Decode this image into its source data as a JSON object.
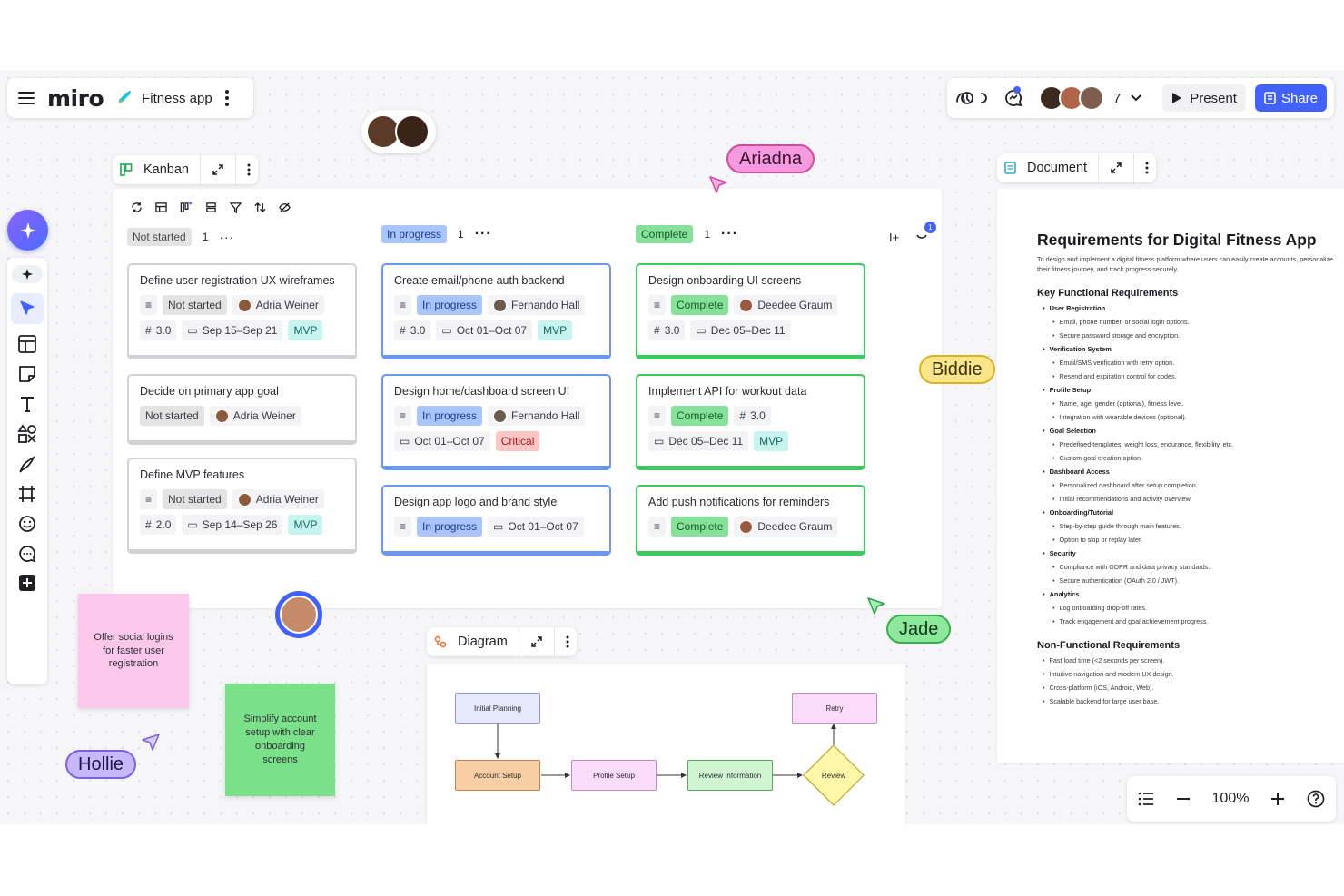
{
  "header": {
    "logo": "miro",
    "board_name": "Fitness app",
    "collaborator_count": "7",
    "present_label": "Present",
    "share_label": "Share"
  },
  "kanban": {
    "frame_label": "Kanban",
    "columns": [
      {
        "status": "Not started",
        "count": "1",
        "cards": [
          {
            "title": "Define user registration UX wireframes",
            "status": "Not started",
            "assignee": "Adria Weiner",
            "points": "3.0",
            "dates": "Sep 15–Sep 21",
            "tag": "MVP"
          },
          {
            "title": "Decide on primary app goal",
            "status": "Not started",
            "assignee": "Adria Weiner"
          },
          {
            "title": "Define MVP features",
            "status": "Not started",
            "assignee": "Adria Weiner",
            "points": "2.0",
            "dates": "Sep 14–Sep 26",
            "tag": "MVP"
          }
        ]
      },
      {
        "status": "In progress",
        "count": "1",
        "cards": [
          {
            "title": "Create email/phone auth backend",
            "status": "In progress",
            "assignee": "Fernando Hall",
            "points": "3.0",
            "dates": "Oct 01–Oct 07",
            "tag": "MVP"
          },
          {
            "title": "Design home/dashboard screen UI",
            "status": "In progress",
            "assignee": "Fernando Hall",
            "dates": "Oct 01–Oct 07",
            "tag": "Critical"
          },
          {
            "title": "Design app logo and brand style",
            "status": "In progress",
            "dates": "Oct 01–Oct 07"
          }
        ]
      },
      {
        "status": "Complete",
        "count": "1",
        "cards": [
          {
            "title": "Design onboarding UI screens",
            "status": "Complete",
            "assignee": "Deedee Graum",
            "points": "3.0",
            "dates": "Dec 05–Dec 11"
          },
          {
            "title": "Implement API for workout data",
            "status": "Complete",
            "points": "3.0",
            "dates": "Dec 05–Dec 11",
            "tag": "MVP"
          },
          {
            "title": "Add push notifications for reminders",
            "status": "Complete",
            "assignee": "Deedee Graum"
          }
        ]
      }
    ],
    "notification_count": "1"
  },
  "stickies": [
    {
      "text": "Offer social logins for faster user registration",
      "color": "#fbc8ec"
    },
    {
      "text": "Simplify account setup with clear onboarding screens",
      "color": "#7be08a"
    }
  ],
  "cursors": [
    {
      "name": "Ariadna",
      "color": "#f59ade"
    },
    {
      "name": "Biddie",
      "color": "#fbe58a"
    },
    {
      "name": "Jade",
      "color": "#8de79c"
    },
    {
      "name": "Hollie",
      "color": "#c7b7fb"
    }
  ],
  "document": {
    "frame_label": "Document",
    "title": "Requirements for Digital Fitness App",
    "intro": "To design and implement a digital fitness platform where users can easily create accounts, personalize their fitness journey, and track progress securely.",
    "functional_heading": "Key Functional Requirements",
    "sections": [
      {
        "name": "User Registration",
        "items": [
          "Email, phone number, or social login options.",
          "Secure password storage and encryption."
        ]
      },
      {
        "name": "Verification System",
        "items": [
          "Email/SMS verification with retry option.",
          "Resend and expiration control for codes."
        ]
      },
      {
        "name": "Profile Setup",
        "items": [
          "Name, age, gender (optional), fitness level.",
          "Integration with wearable devices (optional)."
        ]
      },
      {
        "name": "Goal Selection",
        "items": [
          "Predefined templates: weight loss, endurance, flexibility, etc.",
          "Custom goal creation option."
        ]
      },
      {
        "name": "Dashboard Access",
        "items": [
          "Personalized dashboard after setup completion.",
          "Initial recommendations and activity overview."
        ]
      },
      {
        "name": "Onboarding/Tutorial",
        "items": [
          "Step-by-step guide through main features.",
          "Option to skip or replay later."
        ]
      },
      {
        "name": "Security",
        "items": [
          "Compliance with GDPR and data privacy standards.",
          "Secure authentication (OAuth 2.0 / JWT)."
        ]
      },
      {
        "name": "Analytics",
        "items": [
          "Log onboarding drop-off rates.",
          "Track engagement and goal achievement progress."
        ]
      }
    ],
    "nonfunctional_heading": "Non-Functional Requirements",
    "nonfunctional": [
      "Fast load time (<2 seconds per screen).",
      "Intuitive navigation and modern UX design.",
      "Cross-platform (iOS, Android, Web).",
      "Scalable backend for large user base."
    ]
  },
  "diagram": {
    "frame_label": "Diagram",
    "nodes": {
      "initial_planning": "Initial Planning",
      "account_setup": "Account Setup",
      "profile_setup": "Profile Setup",
      "review_information": "Review Information",
      "review": "Review",
      "retry": "Retry"
    }
  },
  "zoom": {
    "level": "100%"
  },
  "colors": {
    "accent": "#4262ff",
    "in_progress": "#a8c5ff",
    "complete": "#86e29b",
    "not_started": "#e3e3e3"
  }
}
